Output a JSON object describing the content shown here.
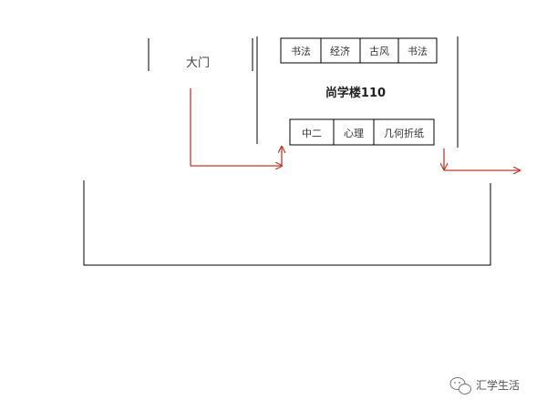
{
  "gate": {
    "label": "大门"
  },
  "building": {
    "title": "尚学楼110",
    "top_rooms": [
      "书法",
      "经济",
      "古风",
      "书法"
    ],
    "bottom_rooms": [
      "中二",
      "心理",
      "几何折纸"
    ]
  },
  "watermark": {
    "text": "汇学生活",
    "icon": "wechat-icon"
  },
  "colors": {
    "line": "#000000",
    "arrow": "#c0392b",
    "text": "#333333"
  }
}
